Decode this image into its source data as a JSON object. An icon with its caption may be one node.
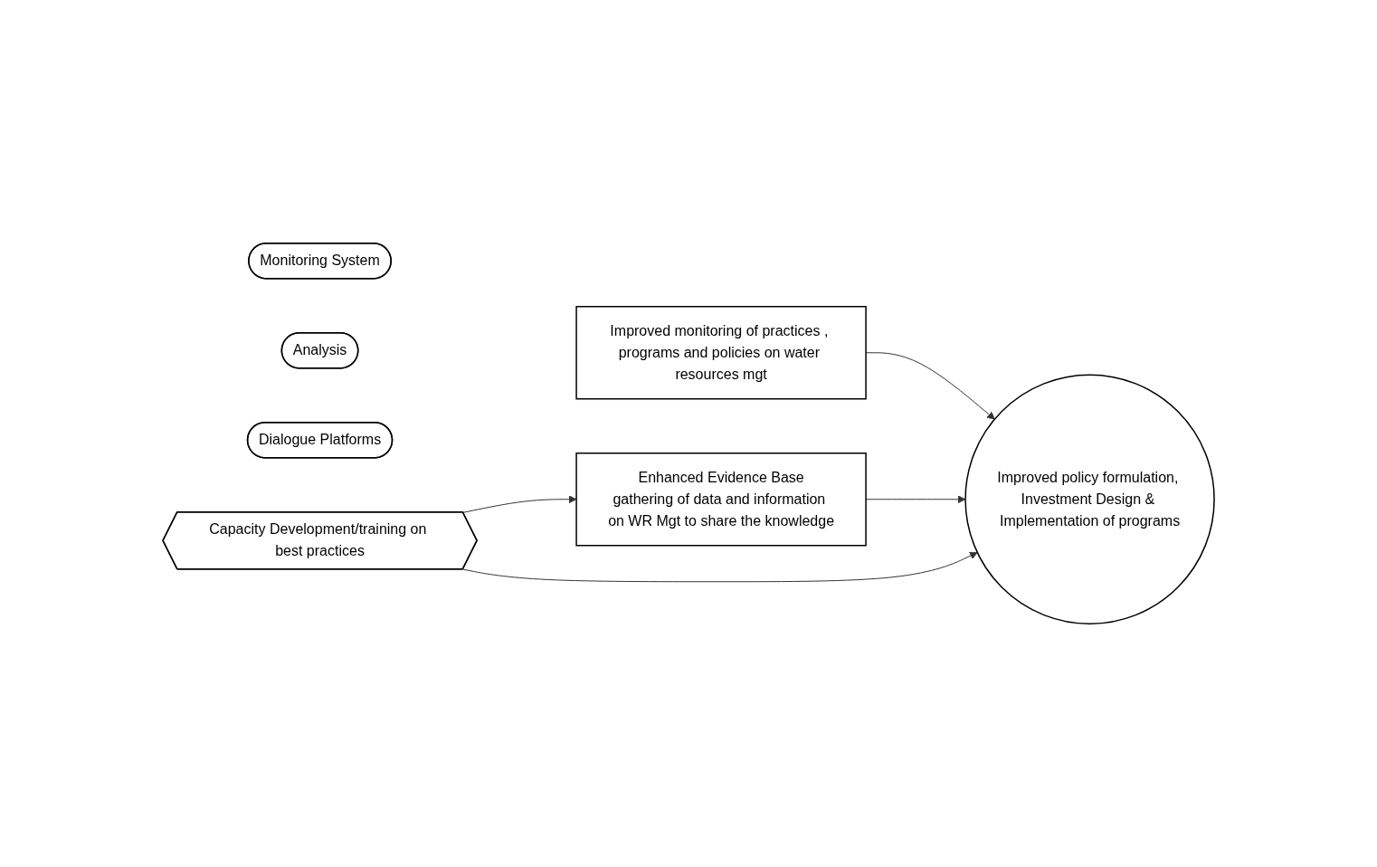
{
  "diagram": {
    "nodes": [
      {
        "text": [
          "Monitoring System"
        ]
      },
      {
        "text": [
          "Improved monitoring of practices , programs and policies on water resources mgt"
        ]
      },
      {
        "text": [
          "Enhanced Evidence Base",
          "gathering of data and information on WR Mgt to share the knowledge"
        ]
      },
      {
        "text": [
          "Analysis"
        ]
      },
      {
        "text": [
          "Dialogue Platforms"
        ]
      },
      {
        "text": [
          "Improved policy formulation, Investment Design & Implementation of programs"
        ]
      },
      {
        "text": [
          "Capacity Development/training on best practices"
        ]
      }
    ],
    "edges": [
      {
        "from": 1,
        "to": 5,
        "arrow": "to"
      },
      {
        "from": 2,
        "to": 5,
        "arrow": "to"
      },
      {
        "from": 6,
        "to": 2,
        "arrow": "to"
      },
      {
        "from": 6,
        "to": 5,
        "arrow": "to"
      }
    ]
  }
}
